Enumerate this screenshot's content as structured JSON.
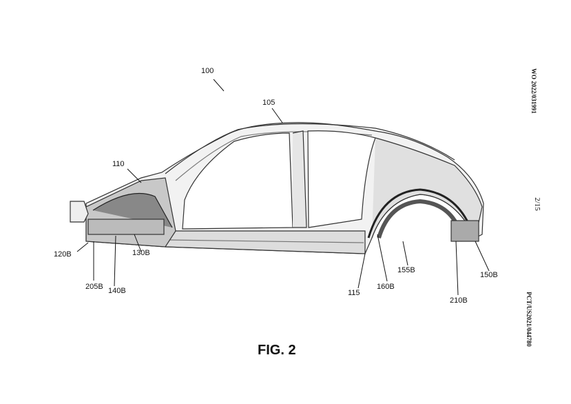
{
  "header": {
    "publication_number": "WO 2022/031991",
    "sheet": "2/15",
    "application_number": "PCT/US2021/044780"
  },
  "figure": {
    "caption": "FIG. 2",
    "labels": {
      "l100": "100",
      "l105": "105",
      "l110": "110",
      "l115": "115",
      "l120B": "120B",
      "l130B": "130B",
      "l140B": "140B",
      "l150B": "150B",
      "l155B": "155B",
      "l160B": "160B",
      "l205B": "205B",
      "l210B": "210B"
    }
  }
}
